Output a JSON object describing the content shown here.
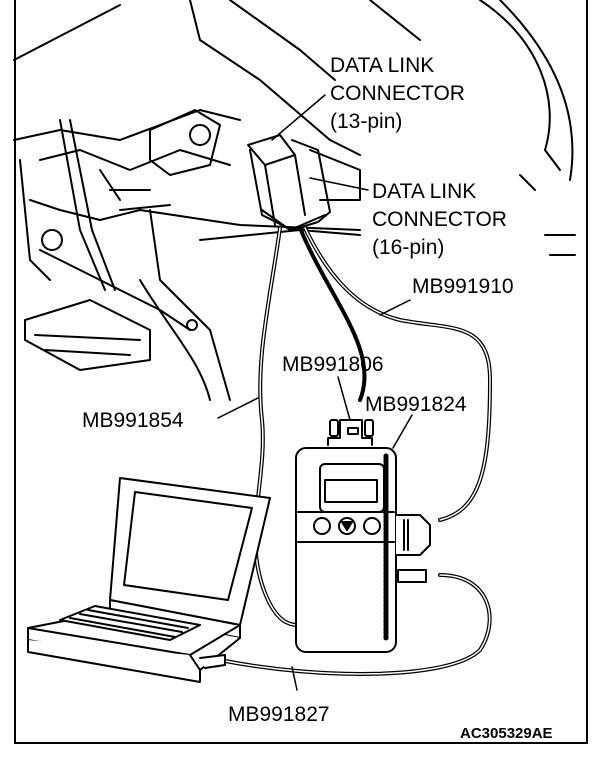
{
  "labels": {
    "dlc13": [
      "DATA LINK",
      "CONNECTOR",
      "(13-pin)"
    ],
    "dlc16": [
      "DATA LINK",
      "CONNECTOR",
      "(16-pin)"
    ],
    "mb991910": "MB991910",
    "mb991806": "MB991806",
    "mb991824": "MB991824",
    "mb991854": "MB991854",
    "mb991827": "MB991827"
  },
  "figure_code": "AC305329AE"
}
